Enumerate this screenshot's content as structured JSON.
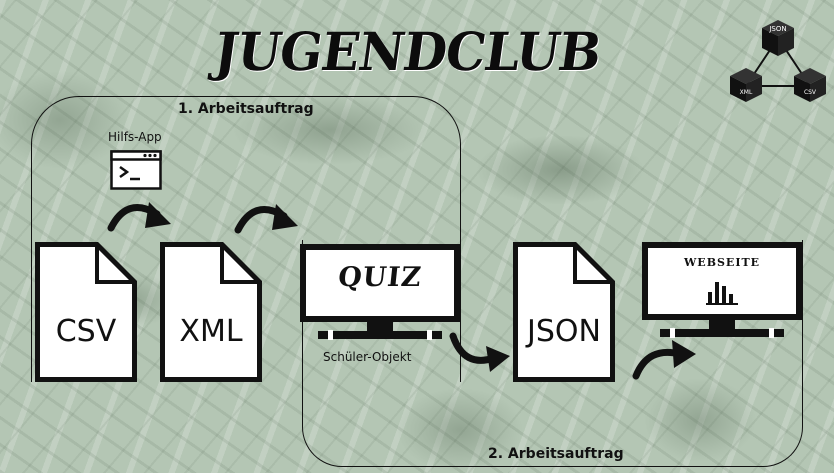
{
  "title": "JUGENDCLUB",
  "assignments": {
    "first": "1. Arbeitsauftrag",
    "second": "2. Arbeitsauftrag"
  },
  "helper_app": {
    "label": "Hilfs-App",
    "icon": "terminal-window-icon"
  },
  "documents": [
    {
      "label": "CSV",
      "icon": "document-icon"
    },
    {
      "label": "XML",
      "icon": "document-icon"
    },
    {
      "label": "JSON",
      "icon": "document-icon"
    }
  ],
  "quiz_monitor": {
    "screen_text": "QUIZ",
    "caption": "Schüler-Objekt",
    "icon": "monitor-icon"
  },
  "website_monitor": {
    "screen_text": "WEBSEITE",
    "icon": "bar-chart-icon"
  },
  "logo": {
    "labels": [
      "JSON",
      "XML",
      "CSV"
    ],
    "icon": "data-formats-cube-icon"
  },
  "colors": {
    "ink": "#111111",
    "background": "#b4c6b4",
    "paper": "#ffffff"
  }
}
